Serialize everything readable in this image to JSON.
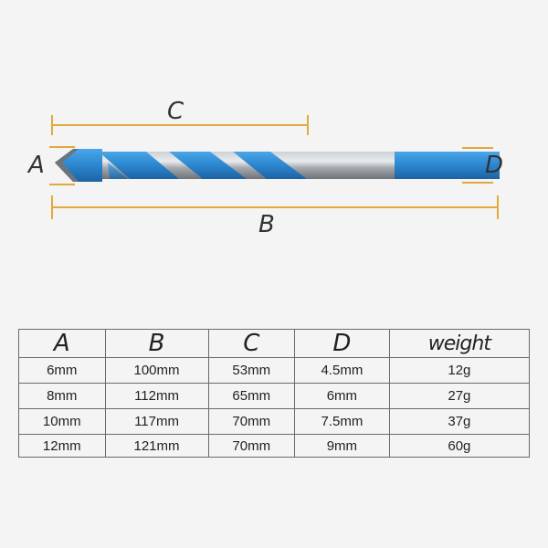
{
  "dimension_labels": {
    "a": "A",
    "b": "B",
    "c": "C",
    "d": "D"
  },
  "colors": {
    "flute_blue": "#2f8fd6",
    "shank_gray": "#a9aeb3",
    "dimension_line": "#e3a93a",
    "table_border": "#6a6a6a"
  },
  "table": {
    "headers": [
      "A",
      "B",
      "C",
      "D",
      "weight"
    ],
    "rows": [
      [
        "6mm",
        "100mm",
        "53mm",
        "4.5mm",
        "12g"
      ],
      [
        "8mm",
        "112mm",
        "65mm",
        "6mm",
        "27g"
      ],
      [
        "10mm",
        "117mm",
        "70mm",
        "7.5mm",
        "37g"
      ],
      [
        "12mm",
        "121mm",
        "70mm",
        "9mm",
        "60g"
      ]
    ]
  }
}
